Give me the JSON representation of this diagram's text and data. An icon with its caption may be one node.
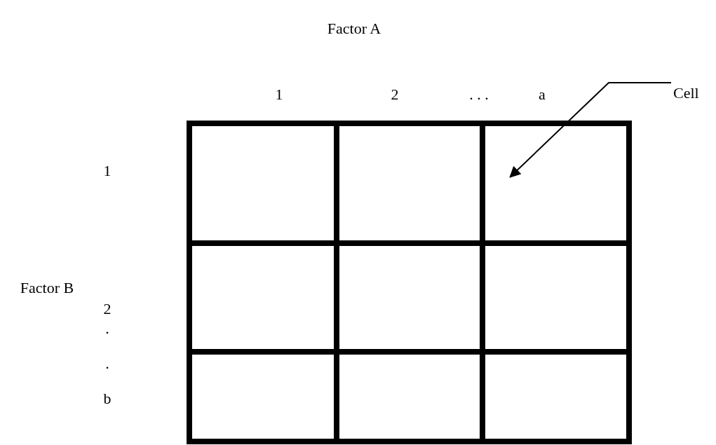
{
  "diagram": {
    "nodes": [
      {
        "text": [
          "Cell"
        ]
      },
      {
        "text": [],
        "shape": "box"
      }
    ],
    "edges": [
      {
        "from": 0,
        "to": 1,
        "arrow": "to"
      }
    ],
    "labels": [
      "Factor A",
      "1",
      "2",
      ". . .",
      "a",
      "1",
      "Factor B",
      "2",
      ".",
      ".",
      "b"
    ]
  }
}
